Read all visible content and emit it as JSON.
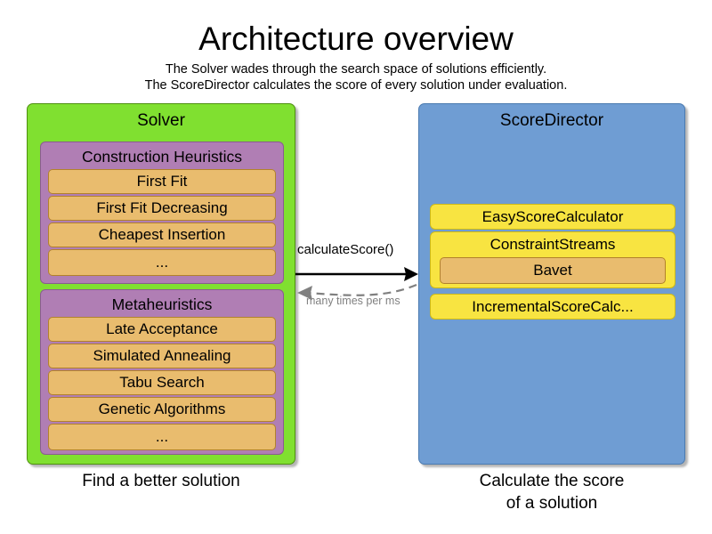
{
  "header": {
    "title": "Architecture overview",
    "subtitles": [
      "The Solver wades through the search space of solutions efficiently.",
      "The ScoreDirector calculates the score of every solution under evaluation."
    ]
  },
  "colors": {
    "solver_panel": "#80e030",
    "solver_panel_border": "#4f9010",
    "group": "#b07eb4",
    "group_border": "#8a5c90",
    "item": "#e9bc6e",
    "item_border": "#b2822c",
    "scoredirector_panel": "#6f9dd3",
    "scoredirector_panel_border": "#4a7ab0",
    "calc": "#f8e441",
    "calc_border": "#ccb818",
    "arrow_solid": "#000000",
    "arrow_dashed": "#808080",
    "background": "#ffffff"
  },
  "solver": {
    "title": "Solver",
    "caption": "Find a better solution",
    "groups": [
      {
        "title": "Construction Heuristics",
        "items": [
          "First Fit",
          "First Fit Decreasing",
          "Cheapest Insertion",
          "..."
        ]
      },
      {
        "title": "Metaheuristics",
        "items": [
          "Late Acceptance",
          "Simulated Annealing",
          "Tabu Search",
          "Genetic Algorithms",
          "..."
        ]
      }
    ]
  },
  "score_director": {
    "title": "ScoreDirector",
    "caption_lines": [
      "Calculate the score",
      "of a solution"
    ],
    "calculators": [
      {
        "label": "EasyScoreCalculator"
      },
      {
        "label": "ConstraintStreams",
        "children": [
          "Bavet"
        ]
      },
      {
        "label": "IncrementalScoreCalc..."
      }
    ]
  },
  "arrows": {
    "request": {
      "label": "calculateScore()",
      "direction": "right",
      "style": "solid"
    },
    "response": {
      "label": "many times per ms",
      "direction": "left",
      "style": "dashed"
    }
  }
}
